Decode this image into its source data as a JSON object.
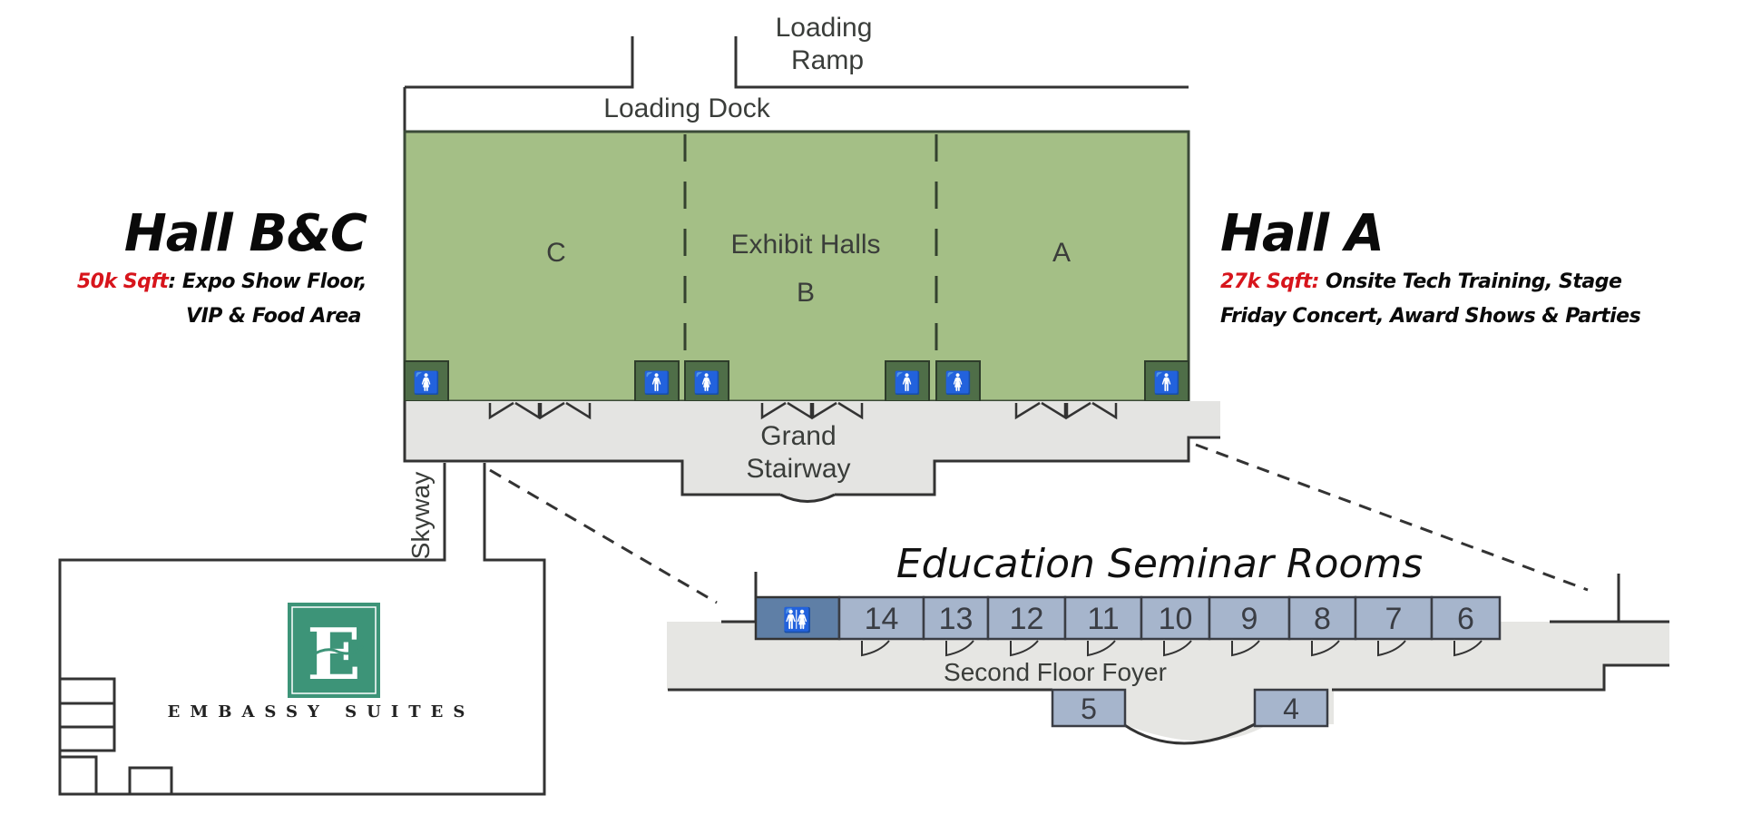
{
  "labels": {
    "loading_ramp_line1": "Loading",
    "loading_ramp_line2": "Ramp",
    "loading_dock": "Loading Dock",
    "exhibit_halls": "Exhibit Halls",
    "hall_c": "C",
    "hall_b": "B",
    "hall_a": "A",
    "grand_stairway_line1": "Grand",
    "grand_stairway_line2": "Stairway",
    "skyway": "Skyway",
    "education_title": "Education Seminar Rooms",
    "second_floor_foyer": "Second Floor Foyer",
    "hotel_name": "EMBASSY SUITES",
    "hotel_logo_letter": "E"
  },
  "hall_bc": {
    "title": "Hall B&C",
    "size": "50k Sqft",
    "desc_line1": ": Expo Show Floor,",
    "desc_line2": "VIP & Food Area"
  },
  "hall_a": {
    "title": "Hall A",
    "size": "27k Sqft:",
    "desc_line1": " Onsite Tech Training, Stage",
    "desc_line2": "Friday Concert, Award Shows & Parties"
  },
  "seminar_rooms": [
    "14",
    "13",
    "12",
    "11",
    "10",
    "9",
    "8",
    "7",
    "6"
  ],
  "foyer_rooms": [
    "5",
    "4"
  ],
  "restrooms": {
    "upper_hall": [
      "women",
      "men",
      "women",
      "men",
      "women",
      "men"
    ],
    "seminar": "restroom-both"
  },
  "colors": {
    "hall_green": "#a4bf86",
    "restroom_green": "#4f6e48",
    "corridor_gray": "#e4e4e2",
    "room_blue": "#a6b5cc",
    "restroom_blue": "#5f7fa6",
    "hotel_teal": "#3d9478",
    "accent_red": "#d7151c"
  }
}
